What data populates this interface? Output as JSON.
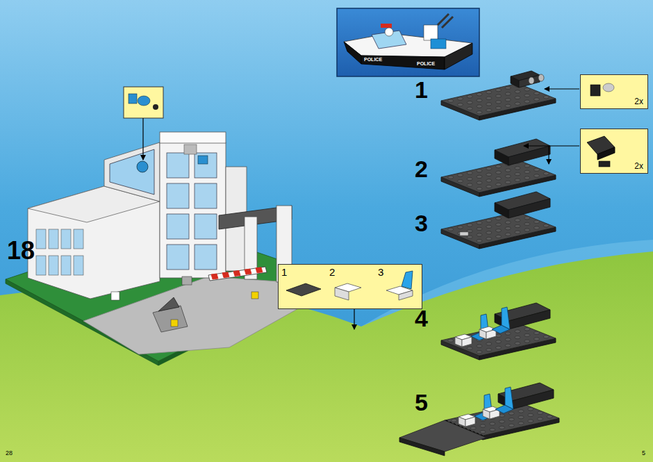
{
  "diagram": {
    "nodes": [
      {
        "text": [
          "2x"
        ]
      },
      {
        "text": [
          "2x"
        ]
      },
      {
        "text": [
          "1",
          "2",
          "3"
        ]
      }
    ],
    "labels": [
      "18",
      "1",
      "2",
      "3",
      "4",
      "5",
      "POLICE",
      "POLICE",
      "28",
      "5"
    ]
  }
}
